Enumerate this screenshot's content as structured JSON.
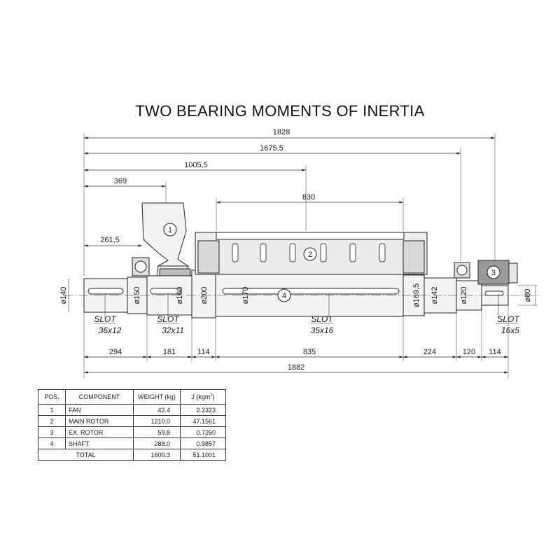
{
  "title": "TWO BEARING MOMENTS OF INERTIA",
  "dimensions": {
    "top": [
      "1828",
      "1675,5",
      "1005,5",
      "830",
      "369",
      "261,5"
    ],
    "bottom": [
      "294",
      "181",
      "114",
      "835",
      "224",
      "120",
      "114"
    ],
    "overall": "1882"
  },
  "diameters": [
    "ø140",
    "ø150",
    "ø160",
    "ø200",
    "ø170",
    "ø169,5",
    "ø142",
    "ø120",
    "ø80"
  ],
  "slots": [
    {
      "label": "SLOT",
      "size": "36x12"
    },
    {
      "label": "SLOT",
      "size": "32x11"
    },
    {
      "label": "SLOT",
      "size": "35x16"
    },
    {
      "label": "SLOT",
      "size": "16x5"
    }
  ],
  "balloons": [
    "1",
    "2",
    "3",
    "4"
  ],
  "table": {
    "headers": {
      "pos": "POS.",
      "component": "COMPONENT",
      "weight": "WEIGHT (kg)",
      "j": "J (kgm",
      "j_sup": "2",
      "j_end": ")"
    },
    "rows": [
      {
        "pos": "1",
        "component": "FAN",
        "weight": "42.4",
        "j": "2.2323"
      },
      {
        "pos": "2",
        "component": "MAIN ROTOR",
        "weight": "1210.0",
        "j": "47.1561"
      },
      {
        "pos": "3",
        "component": "EX. ROTOR",
        "weight": "59.8",
        "j": "0.7260"
      },
      {
        "pos": "4",
        "component": "SHAFT",
        "weight": "288.0",
        "j": "0.9857"
      }
    ],
    "total": {
      "label": "TOTAL",
      "weight": "1600.3",
      "j": "51.1001"
    }
  }
}
